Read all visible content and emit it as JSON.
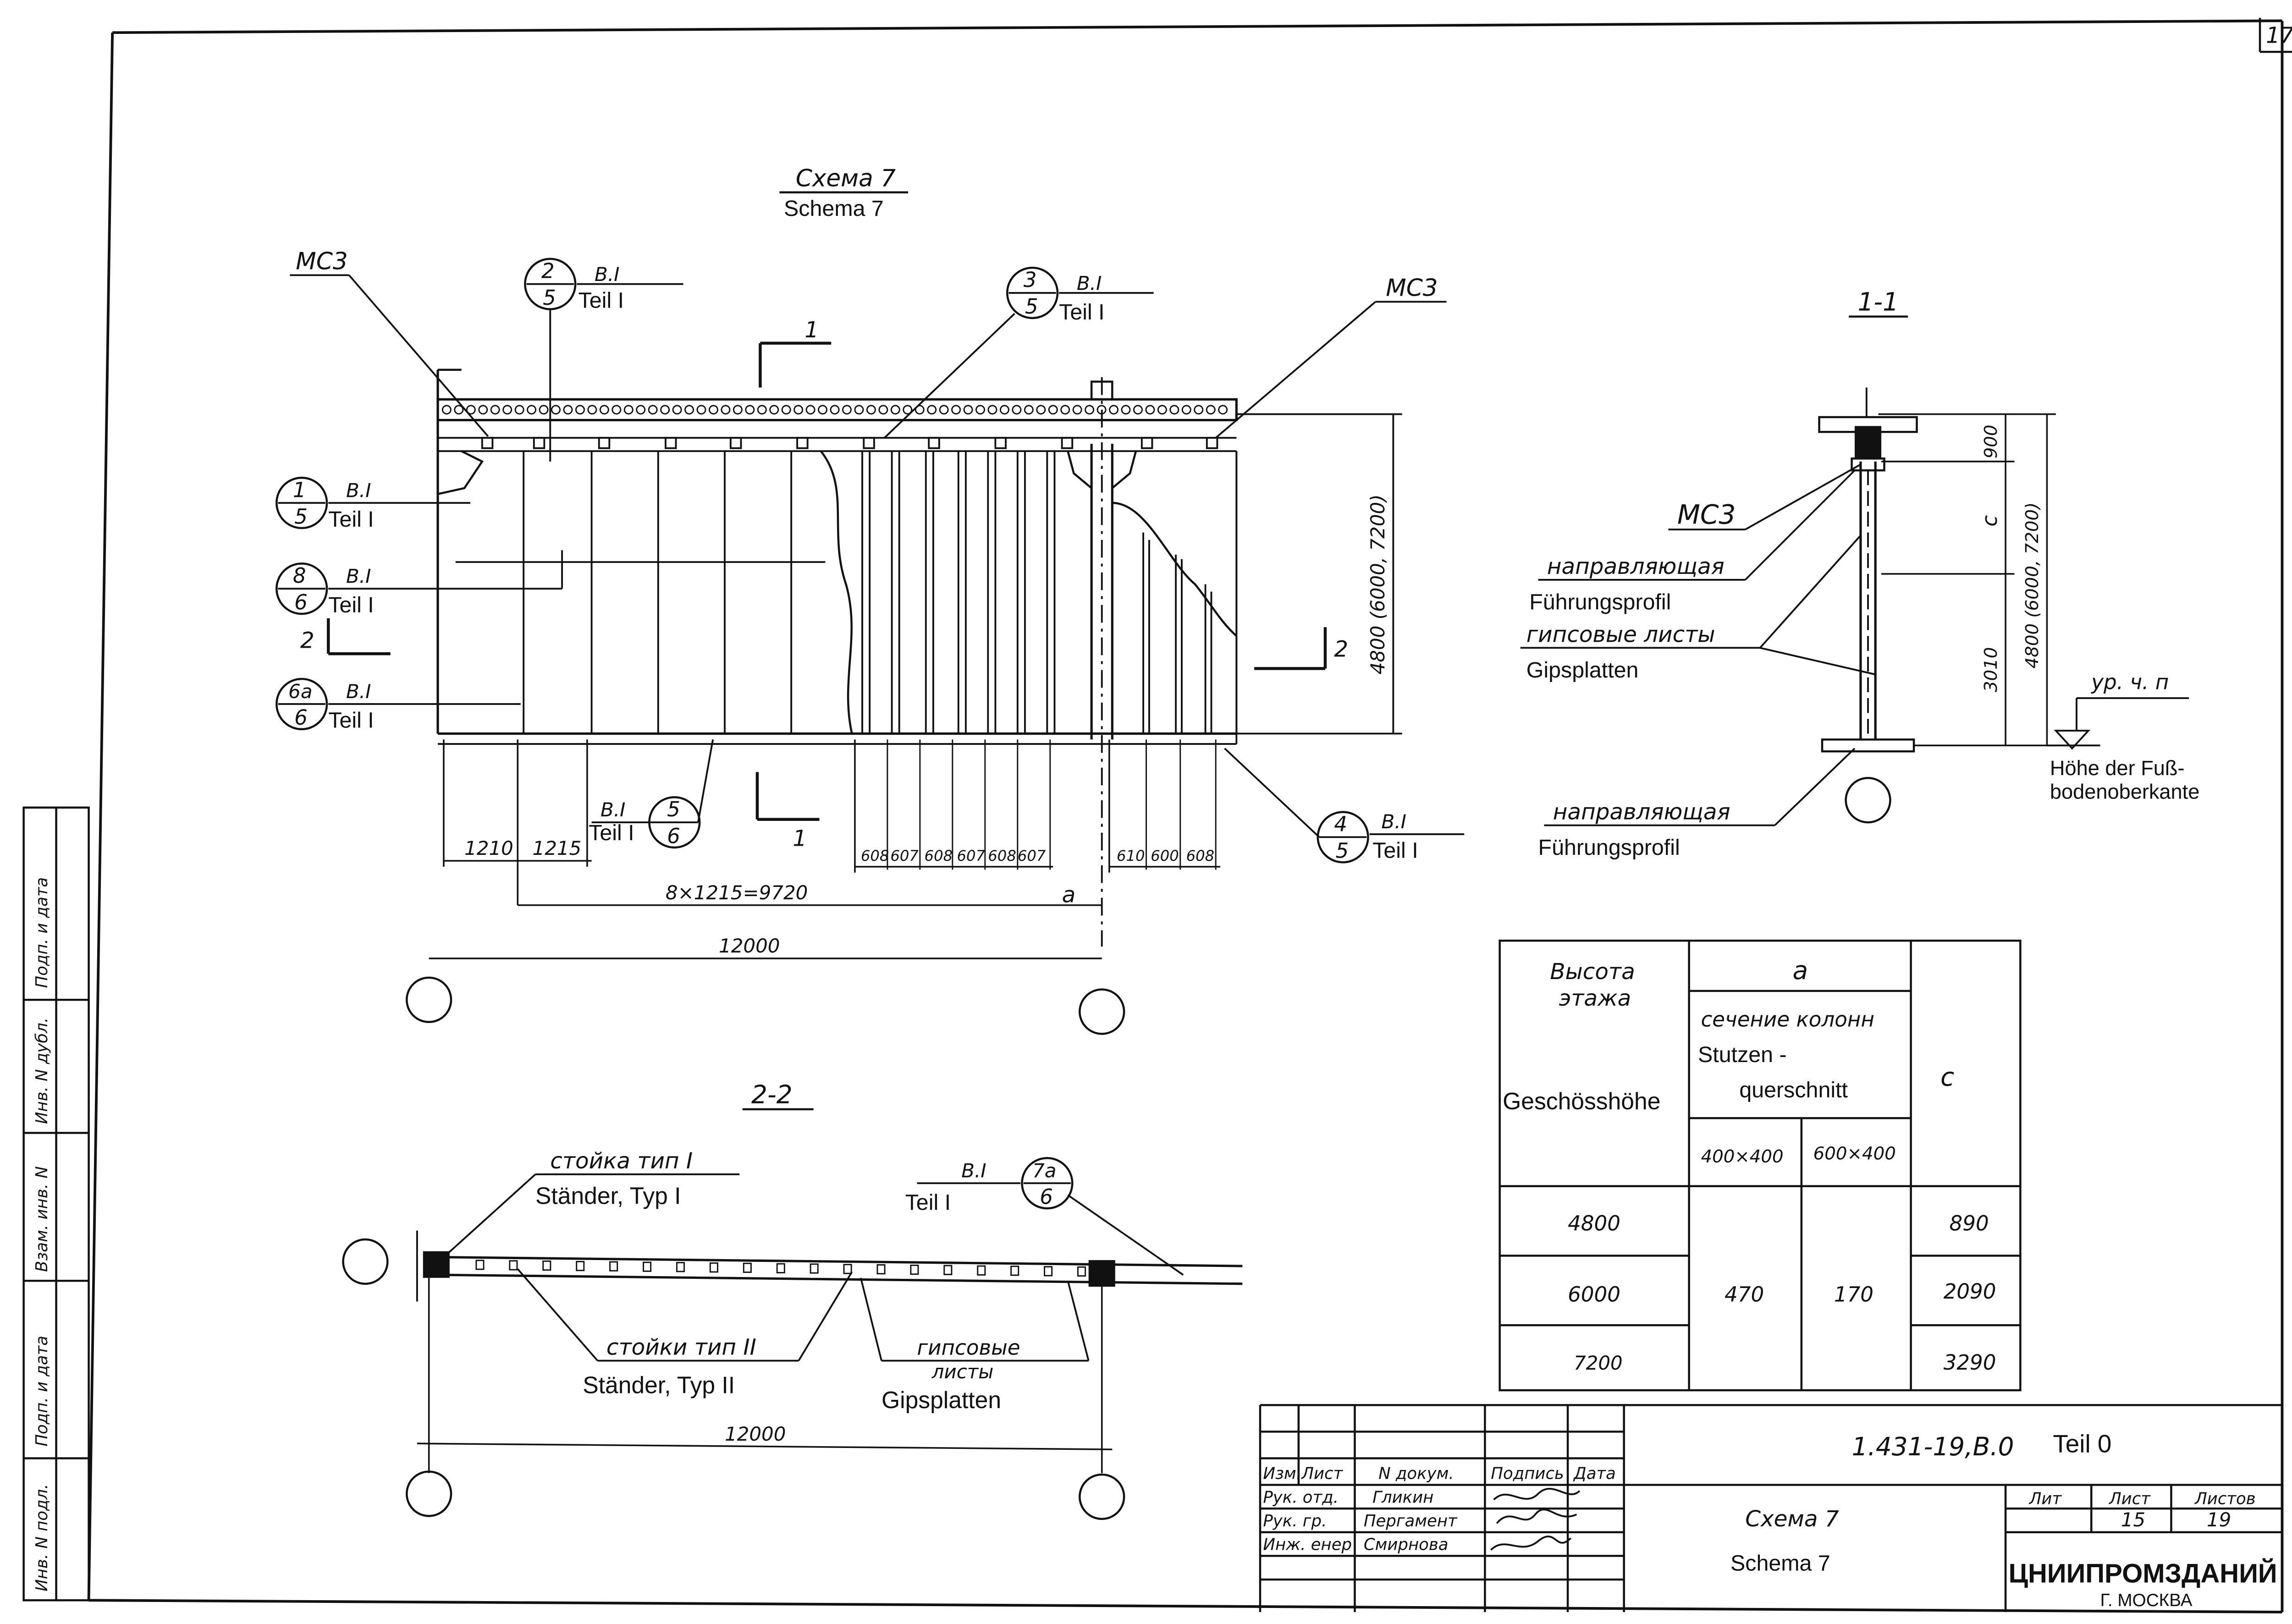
{
  "sheet_corner_number": "17",
  "schema_title": {
    "ru": "Схема 7",
    "de": "Schema 7"
  },
  "elevation": {
    "mark_mc3_left": "МС3",
    "mark_mc3_right": "МС3",
    "callouts": [
      {
        "top": "2",
        "bottom": "5",
        "ref": "В.I",
        "teil": "Teil I"
      },
      {
        "top": "3",
        "bottom": "5",
        "ref": "В.I",
        "teil": "Teil I"
      },
      {
        "top": "1",
        "bottom": "5",
        "ref": "В.I",
        "teil": "Teil I"
      },
      {
        "top": "8",
        "bottom": "6",
        "ref": "В.I",
        "teil": "Teil I"
      },
      {
        "top": "6а",
        "bottom": "6",
        "ref": "В.I",
        "teil": "Teil I"
      },
      {
        "top": "5",
        "bottom": "6",
        "ref": "В.I",
        "teil": "Teil I"
      },
      {
        "top": "4",
        "bottom": "5",
        "ref": "В.I",
        "teil": "Teil I"
      }
    ],
    "section_mark_1": "1",
    "section_mark_2": "2",
    "height_label": "4800 (6000, 7200)",
    "dims": {
      "d1210": "1210",
      "d1215": "1215",
      "series": "8×1215=9720",
      "a": "а",
      "total": "12000",
      "studs": [
        "608",
        "607",
        "608",
        "607",
        "608",
        "607"
      ],
      "right": [
        "610",
        "600",
        "608"
      ]
    }
  },
  "section_1_1": {
    "title": "1-1",
    "mark_mc3": "МС3",
    "guide_ru": "направляющая",
    "guide_de": "Führungsprofil",
    "gyps_ru": "гипсовые листы",
    "gyps_de": "Gipsplatten",
    "guide2_ru": "направляющая",
    "guide2_de": "Führungsprofil",
    "dim_900": "900",
    "dim_c": "с",
    "dim_3010": "3010",
    "dim_height": "4800 (6000, 7200)",
    "level_ru": "ур. ч. п",
    "level_de_1": "Höhe der Fuß-",
    "level_de_2": "bodenoberkante"
  },
  "section_2_2": {
    "title": "2-2",
    "stand1_ru": "стойка тип I",
    "stand1_de": "Ständer, Typ I",
    "stand2_ru": "стойки тип II",
    "stand2_de": "Ständer, Typ II",
    "gyps_ru_1": "гипсовые",
    "gyps_ru_2": "листы",
    "gyps_de": "Gipsplatten",
    "callout": {
      "ref": "В.I",
      "teil": "Teil I",
      "top": "7а",
      "bottom": "6"
    },
    "dim_total": "12000"
  },
  "height_table": {
    "col1_ru_1": "Высота",
    "col1_ru_2": "этажа",
    "col1_de": "Geschösshöhe",
    "col_a": "а",
    "col_a_sub_ru": "сечение колонн",
    "col_a_sub_de_1": "Stutzen -",
    "col_a_sub_de_2": "querschnitt",
    "col_c": "с",
    "sub1": "400×400",
    "sub2": "600×400",
    "rows": [
      {
        "h": "4800",
        "c": "890"
      },
      {
        "h": "6000",
        "c": "2090"
      },
      {
        "h": "7200",
        "c": "3290"
      }
    ],
    "a1": "470",
    "a2": "170"
  },
  "title_block": {
    "doc_code": "1.431-19,В.0",
    "teil": "Teil 0",
    "headers": [
      "Изм.",
      "Лист",
      "N докум.",
      "Подпись",
      "Дата"
    ],
    "rows": [
      {
        "role": "Рук. отд.",
        "name": "Гликин",
        "sign": "Глик"
      },
      {
        "role": "Рук. гр.",
        "name": "Пергамент",
        "sign": "Пер"
      },
      {
        "role": "Инж. енер",
        "name": "Смирнова",
        "sign": "Смир"
      }
    ],
    "sheet_title_ru": "Схема 7",
    "sheet_title_de": "Schema 7",
    "lit_label": "Лит",
    "sheet_label": "Лист",
    "sheets_label": "Листов",
    "sheet_no": "15",
    "sheets_total": "19",
    "org": "ЦНИИПРОМЗДАНИЙ",
    "city": "Г. МОСКВА"
  },
  "side_stamp": [
    "Инв. N подл.",
    "Подп. и дата",
    "Взам. инв. N",
    "Инв. N дубл.",
    "Подп. и дата"
  ]
}
